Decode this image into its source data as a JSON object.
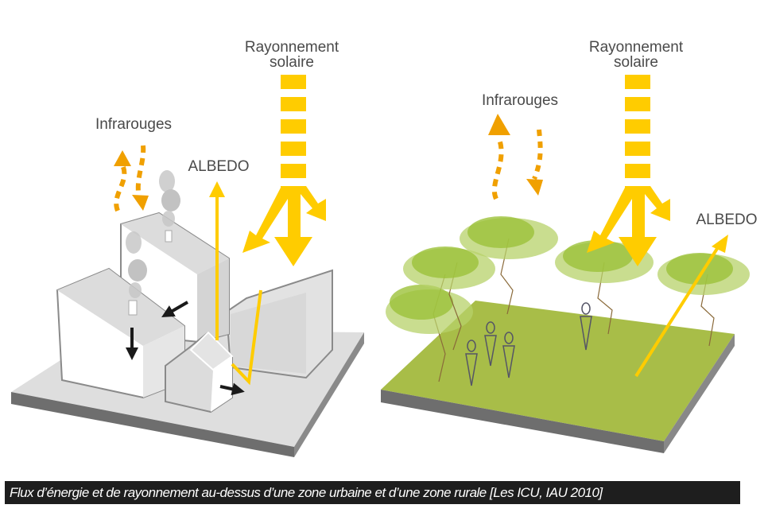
{
  "figure": {
    "caption": "Flux d’énergie et de rayonnement au-dessus  d’une zone urbaine et d’une zone rurale [Les ICU, IAU 2010]",
    "colors": {
      "solar_yellow": "#ffcc00",
      "infrared_orange": "#f0a000",
      "urban_ground": "#dedede",
      "ground_edge": "#6e6e6e",
      "rural_ground": "#a8bd48",
      "tree_foliage": "#9cc23a",
      "text": "#4a4a4a",
      "caption_bg": "#1e1e1e"
    }
  },
  "urban": {
    "title": "zone urbaine",
    "solar_label_line1": "Rayonnement",
    "solar_label_line2": "solaire",
    "infrared_label": "Infrarouges",
    "albedo_label": "ALBEDO"
  },
  "rural": {
    "title": "zone rurale",
    "solar_label_line1": "Rayonnement",
    "solar_label_line2": "solaire",
    "infrared_label": "Infrarouges",
    "albedo_label": "ALBEDO"
  }
}
